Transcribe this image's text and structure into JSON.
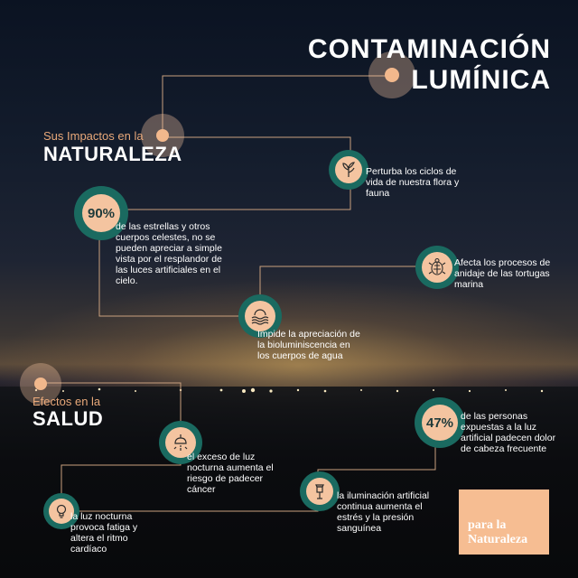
{
  "title": {
    "line1": "CONTAMINACIÓN",
    "line2": "LUMÍNICA"
  },
  "naturaleza": {
    "subtitle": "Sus Impactos en la",
    "heading": "NATURALEZA",
    "items": [
      {
        "icon": "plant-icon",
        "text": "Perturba los ciclos de vida de nuestra flora y fauna"
      },
      {
        "icon": "percent-badge",
        "value": "90%",
        "text": "de las estrellas y otros cuerpos celestes, no se pueden apreciar a simple vista por el resplandor de las luces artificiales en el cielo."
      },
      {
        "icon": "turtle-icon",
        "text": "Afecta los procesos de anidaje de las tortugas marina"
      },
      {
        "icon": "water-waves-icon",
        "text": "Impide la apreciación de la bioluminiscencia en los cuerpos de agua"
      }
    ]
  },
  "salud": {
    "subtitle": "Efectos en la",
    "heading": "SALUD",
    "items": [
      {
        "icon": "percent-badge",
        "value": "47%",
        "text": "de las personas expuestas a la luz artificial padecen dolor de cabeza frecuente"
      },
      {
        "icon": "lamp-icon",
        "text": "el exceso de luz nocturna aumenta el riesgo de padecer cáncer"
      },
      {
        "icon": "bulb-icon",
        "text": "la luz nocturna provoca fatiga y altera el ritmo cardíaco"
      },
      {
        "icon": "street-lamp-icon",
        "text": "la iluminación artificial continua aumenta el estrés y la presión sanguínea"
      }
    ]
  },
  "logo": {
    "line1": "para la",
    "line2": "Naturaleza"
  },
  "colors": {
    "accent": "#f4c4a0",
    "icon_ring": "#1a6a60",
    "subtitle": "#e9a97a"
  }
}
